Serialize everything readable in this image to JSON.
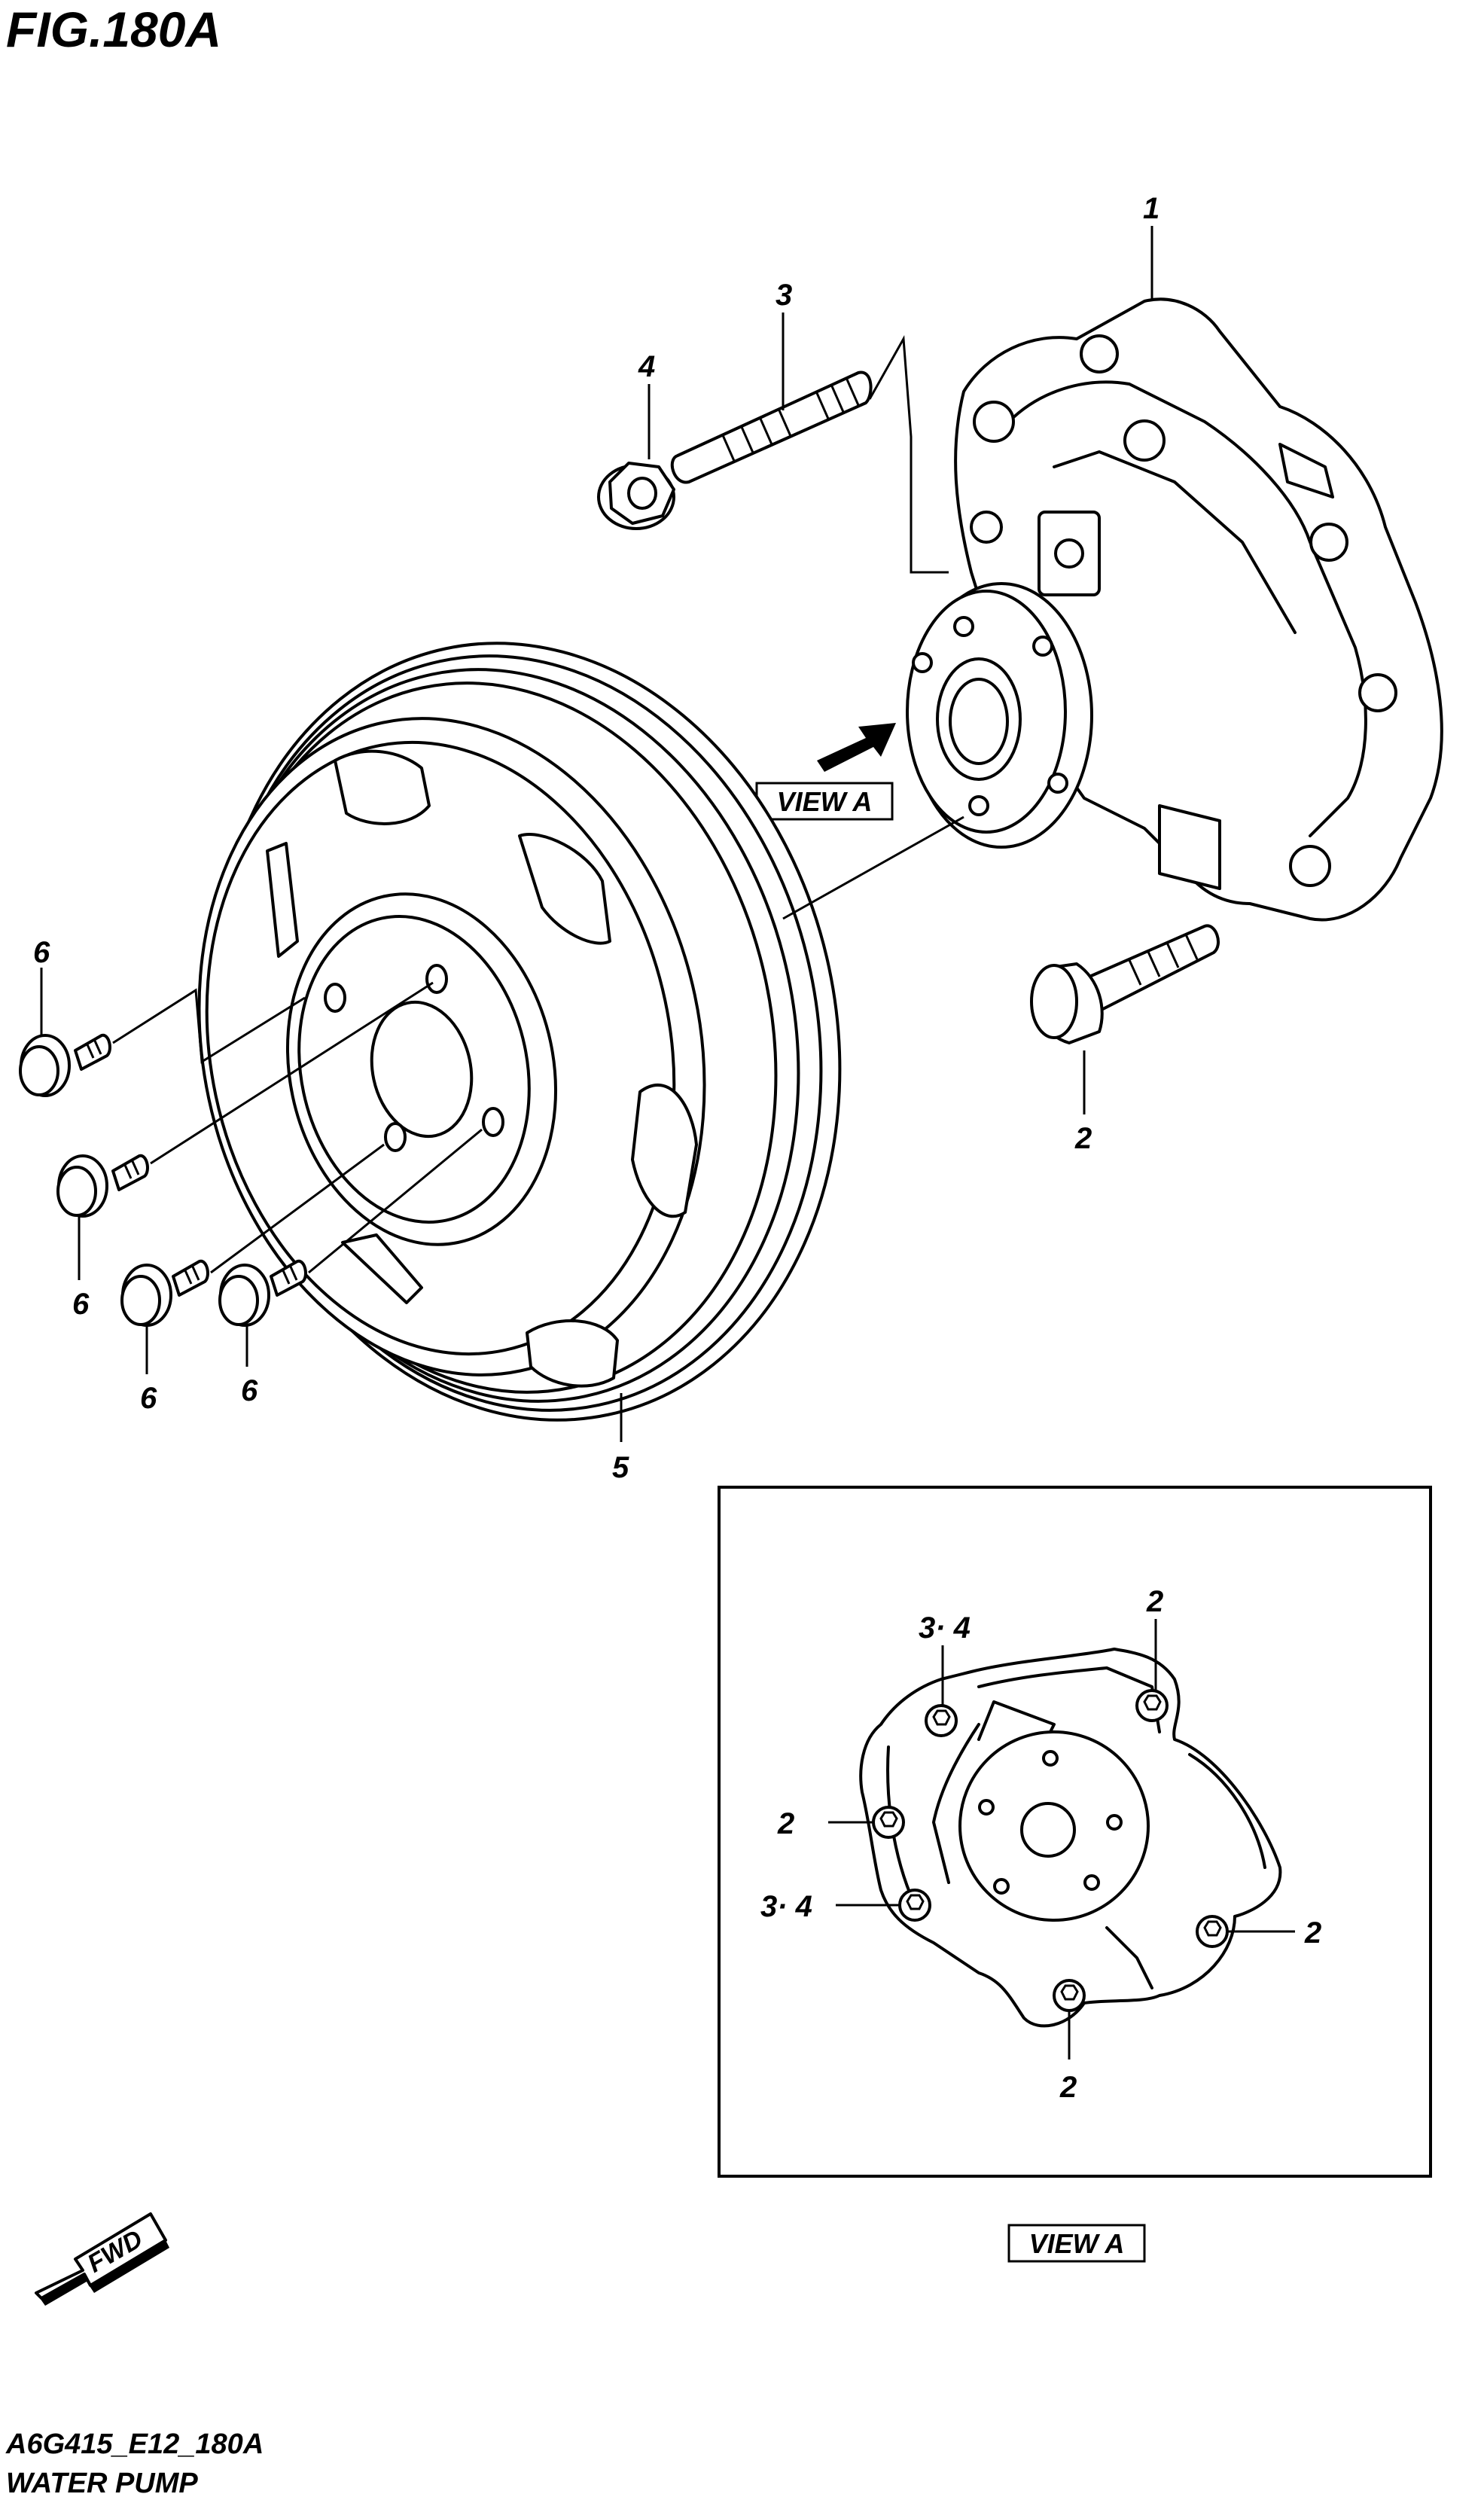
{
  "figure": {
    "title": "FIG.180A",
    "code": "A6G415_E12_180A",
    "name": "WATER PUMP"
  },
  "view_labels": {
    "main": "VIEW A",
    "inset": "VIEW A"
  },
  "fwd_label": "FWD",
  "callouts": {
    "p1": "1",
    "p2_bolt": "2",
    "p3": "3",
    "p4": "4",
    "p5": "5",
    "p6_a": "6",
    "p6_b": "6",
    "p6_c": "6",
    "p6_d": "6",
    "inset_2_top": "2",
    "inset_34_top": "3· 4",
    "inset_2_left": "2",
    "inset_34_left": "3· 4",
    "inset_2_right": "2",
    "inset_2_bottom": "2"
  }
}
